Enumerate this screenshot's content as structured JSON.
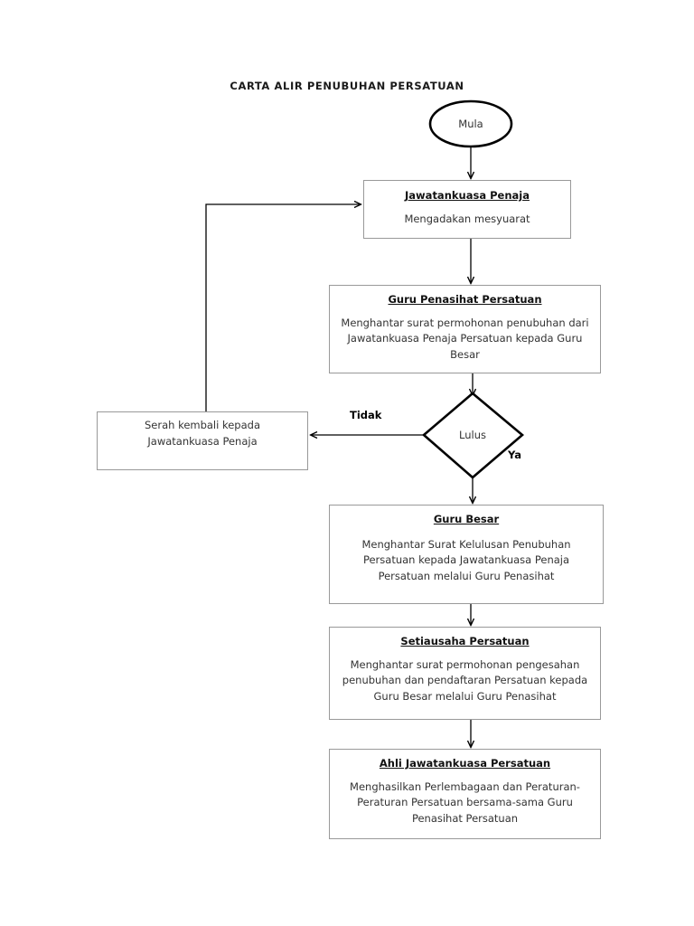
{
  "document": {
    "title": "CARTA ALIR PENUBUHAN PERSATUAN"
  },
  "flowchart": {
    "type": "flowchart",
    "orientation": "top-to-bottom",
    "start": {
      "shape": "oval",
      "label": "Mula"
    },
    "nodes": [
      {
        "id": "jawatankuasa-penaja",
        "shape": "process",
        "heading": "Jawatankuasa Penaja",
        "body": "Mengadakan mesyuarat"
      },
      {
        "id": "guru-penasihat-persatuan",
        "shape": "process",
        "heading": "Guru Penasihat Persatuan",
        "body": "Menghantar surat permohonan penubuhan dari Jawatankuasa Penaja Persatuan kepada Guru Besar"
      },
      {
        "id": "guru-besar",
        "shape": "process",
        "heading": "Guru Besar",
        "body": "Menghantar Surat Kelulusan Penubuhan Persatuan kepada Jawatankuasa Penaja Persatuan melalui Guru Penasihat"
      },
      {
        "id": "setiausaha-persatuan",
        "shape": "process",
        "heading": "Setiausaha Persatuan",
        "body": "Menghantar surat permohonan pengesahan penubuhan dan pendaftaran Persatuan kepada Guru Besar melalui Guru Penasihat"
      },
      {
        "id": "ahli-jawatankuasa-persatuan",
        "shape": "process",
        "heading": "Ahli Jawatankuasa Persatuan",
        "body": "Menghasilkan Perlembagaan dan Peraturan-Peraturan Persatuan bersama-sama Guru Penasihat Persatuan"
      }
    ],
    "decision": {
      "id": "lulus",
      "shape": "diamond",
      "label": "Lulus",
      "yes_label": "Ya",
      "no_label": "Tidak"
    },
    "rework": {
      "id": "serah-kembali",
      "shape": "process",
      "body_line1": "Serah kembali kepada",
      "body_line2": "Jawatankuasa Penaja"
    },
    "colors": {
      "box_border": "#999999",
      "shape_stroke": "#000000",
      "connector": "#000000",
      "text": "#333333",
      "heading_text": "#111111",
      "background": "#ffffff"
    }
  }
}
